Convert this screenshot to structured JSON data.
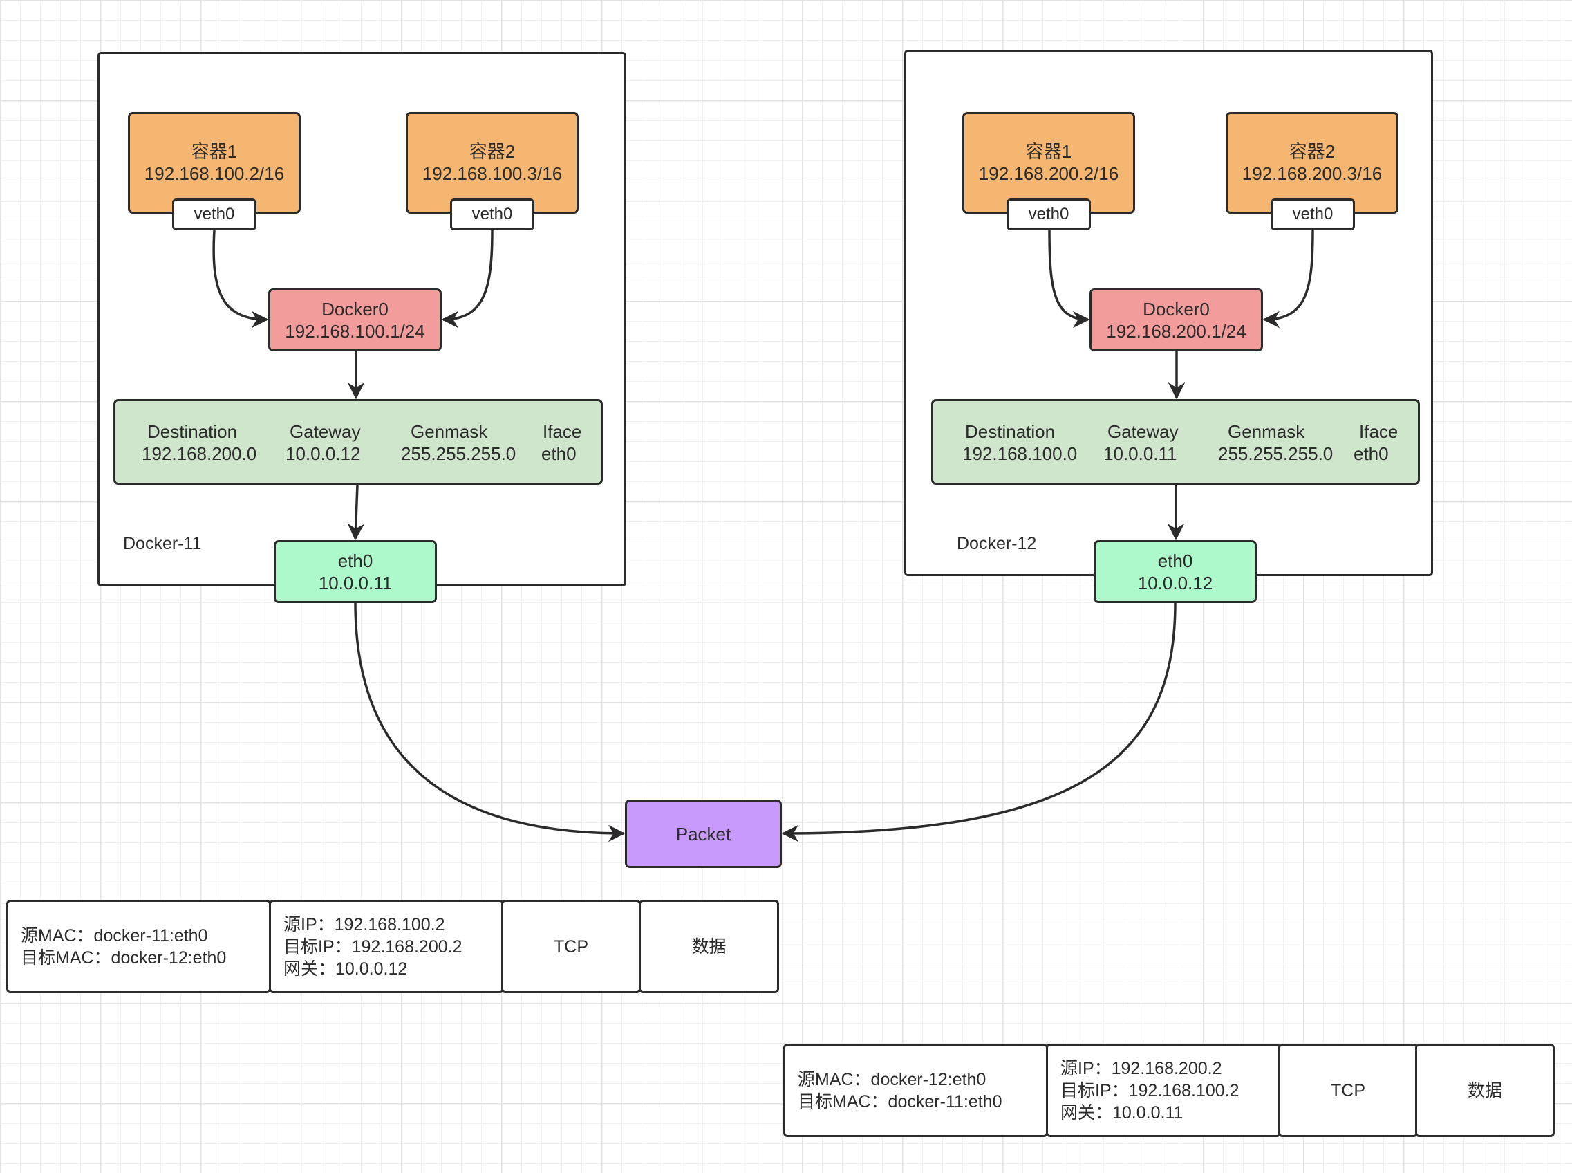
{
  "hosts": [
    {
      "label": "Docker-11",
      "container1": {
        "name": "容器1",
        "ip": "192.168.100.2/16",
        "veth": "veth0"
      },
      "container2": {
        "name": "容器2",
        "ip": "192.168.100.3/16",
        "veth": "veth0"
      },
      "bridge": {
        "name": "Docker0",
        "ip": "192.168.100.1/24"
      },
      "route": {
        "headers": [
          "Destination",
          "Gateway",
          "Genmask",
          "Iface"
        ],
        "values": [
          "192.168.200.0",
          "10.0.0.12",
          "255.255.255.0",
          "eth0"
        ]
      },
      "nic": {
        "name": "eth0",
        "ip": "10.0.0.11"
      }
    },
    {
      "label": "Docker-12",
      "container1": {
        "name": "容器1",
        "ip": "192.168.200.2/16",
        "veth": "veth0"
      },
      "container2": {
        "name": "容器2",
        "ip": "192.168.200.3/16",
        "veth": "veth0"
      },
      "bridge": {
        "name": "Docker0",
        "ip": "192.168.200.1/24"
      },
      "route": {
        "headers": [
          "Destination",
          "Gateway",
          "Genmask",
          "Iface"
        ],
        "values": [
          "192.168.100.0",
          "10.0.0.11",
          "255.255.255.0",
          "eth0"
        ]
      },
      "nic": {
        "name": "eth0",
        "ip": "10.0.0.12"
      }
    }
  ],
  "packet": {
    "label": "Packet"
  },
  "frames": [
    {
      "mac": [
        "源MAC：docker-11:eth0",
        "目标MAC：docker-12:eth0"
      ],
      "ip": [
        "源IP：192.168.100.2",
        "目标IP：192.168.200.2",
        "网关：10.0.0.12"
      ],
      "protocol": "TCP",
      "payload": "数据"
    },
    {
      "mac": [
        "源MAC：docker-12:eth0",
        "目标MAC：docker-11:eth0"
      ],
      "ip": [
        "源IP：192.168.200.2",
        "目标IP：192.168.100.2",
        "网关：10.0.0.11"
      ],
      "protocol": "TCP",
      "payload": "数据"
    }
  ],
  "colors": {
    "container": "#f4b671",
    "bridge": "#f29d9b",
    "route": "#cfe5cc",
    "nic": "#aef9cb",
    "packet": "#c79afb",
    "line": "#2b2b2b"
  }
}
